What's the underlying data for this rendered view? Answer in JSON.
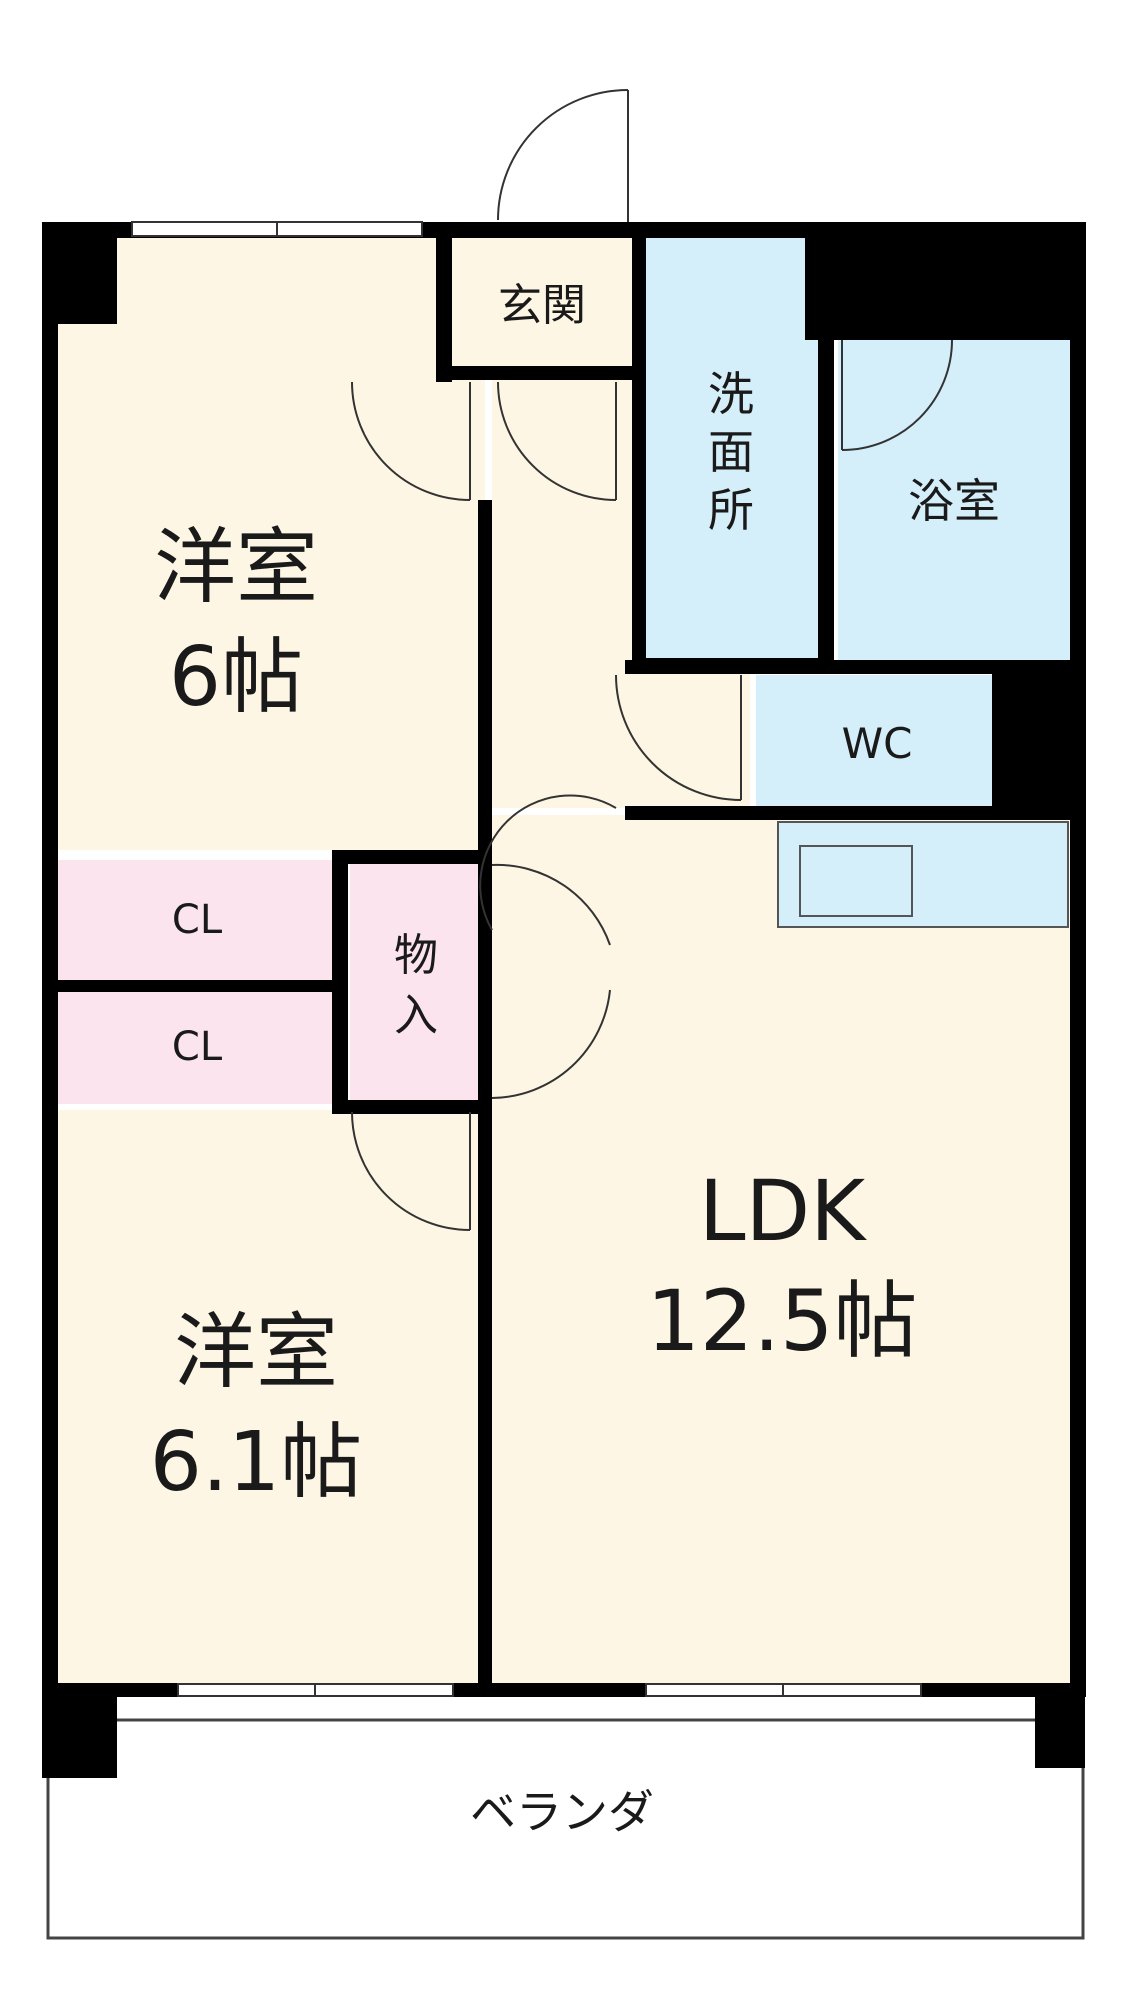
{
  "rooms": {
    "western_room_1": {
      "name": "洋室",
      "size": "6帖"
    },
    "western_room_2": {
      "name": "洋室",
      "size": "6.1帖"
    },
    "ldk": {
      "name": "LDK",
      "size": "12.5帖"
    },
    "entrance": "玄関",
    "washroom": [
      "洗",
      "面",
      "所"
    ],
    "bathroom": "浴室",
    "toilet": "WC",
    "closet_upper": "CL",
    "closet_lower": "CL",
    "storage": [
      "物",
      "入"
    ],
    "balcony": "ベランダ"
  },
  "colors": {
    "room_beige": "#fdf6e4",
    "wet_area_blue": "#d4effa",
    "closet_pink": "#fbe4ee",
    "wall": "#000000"
  }
}
